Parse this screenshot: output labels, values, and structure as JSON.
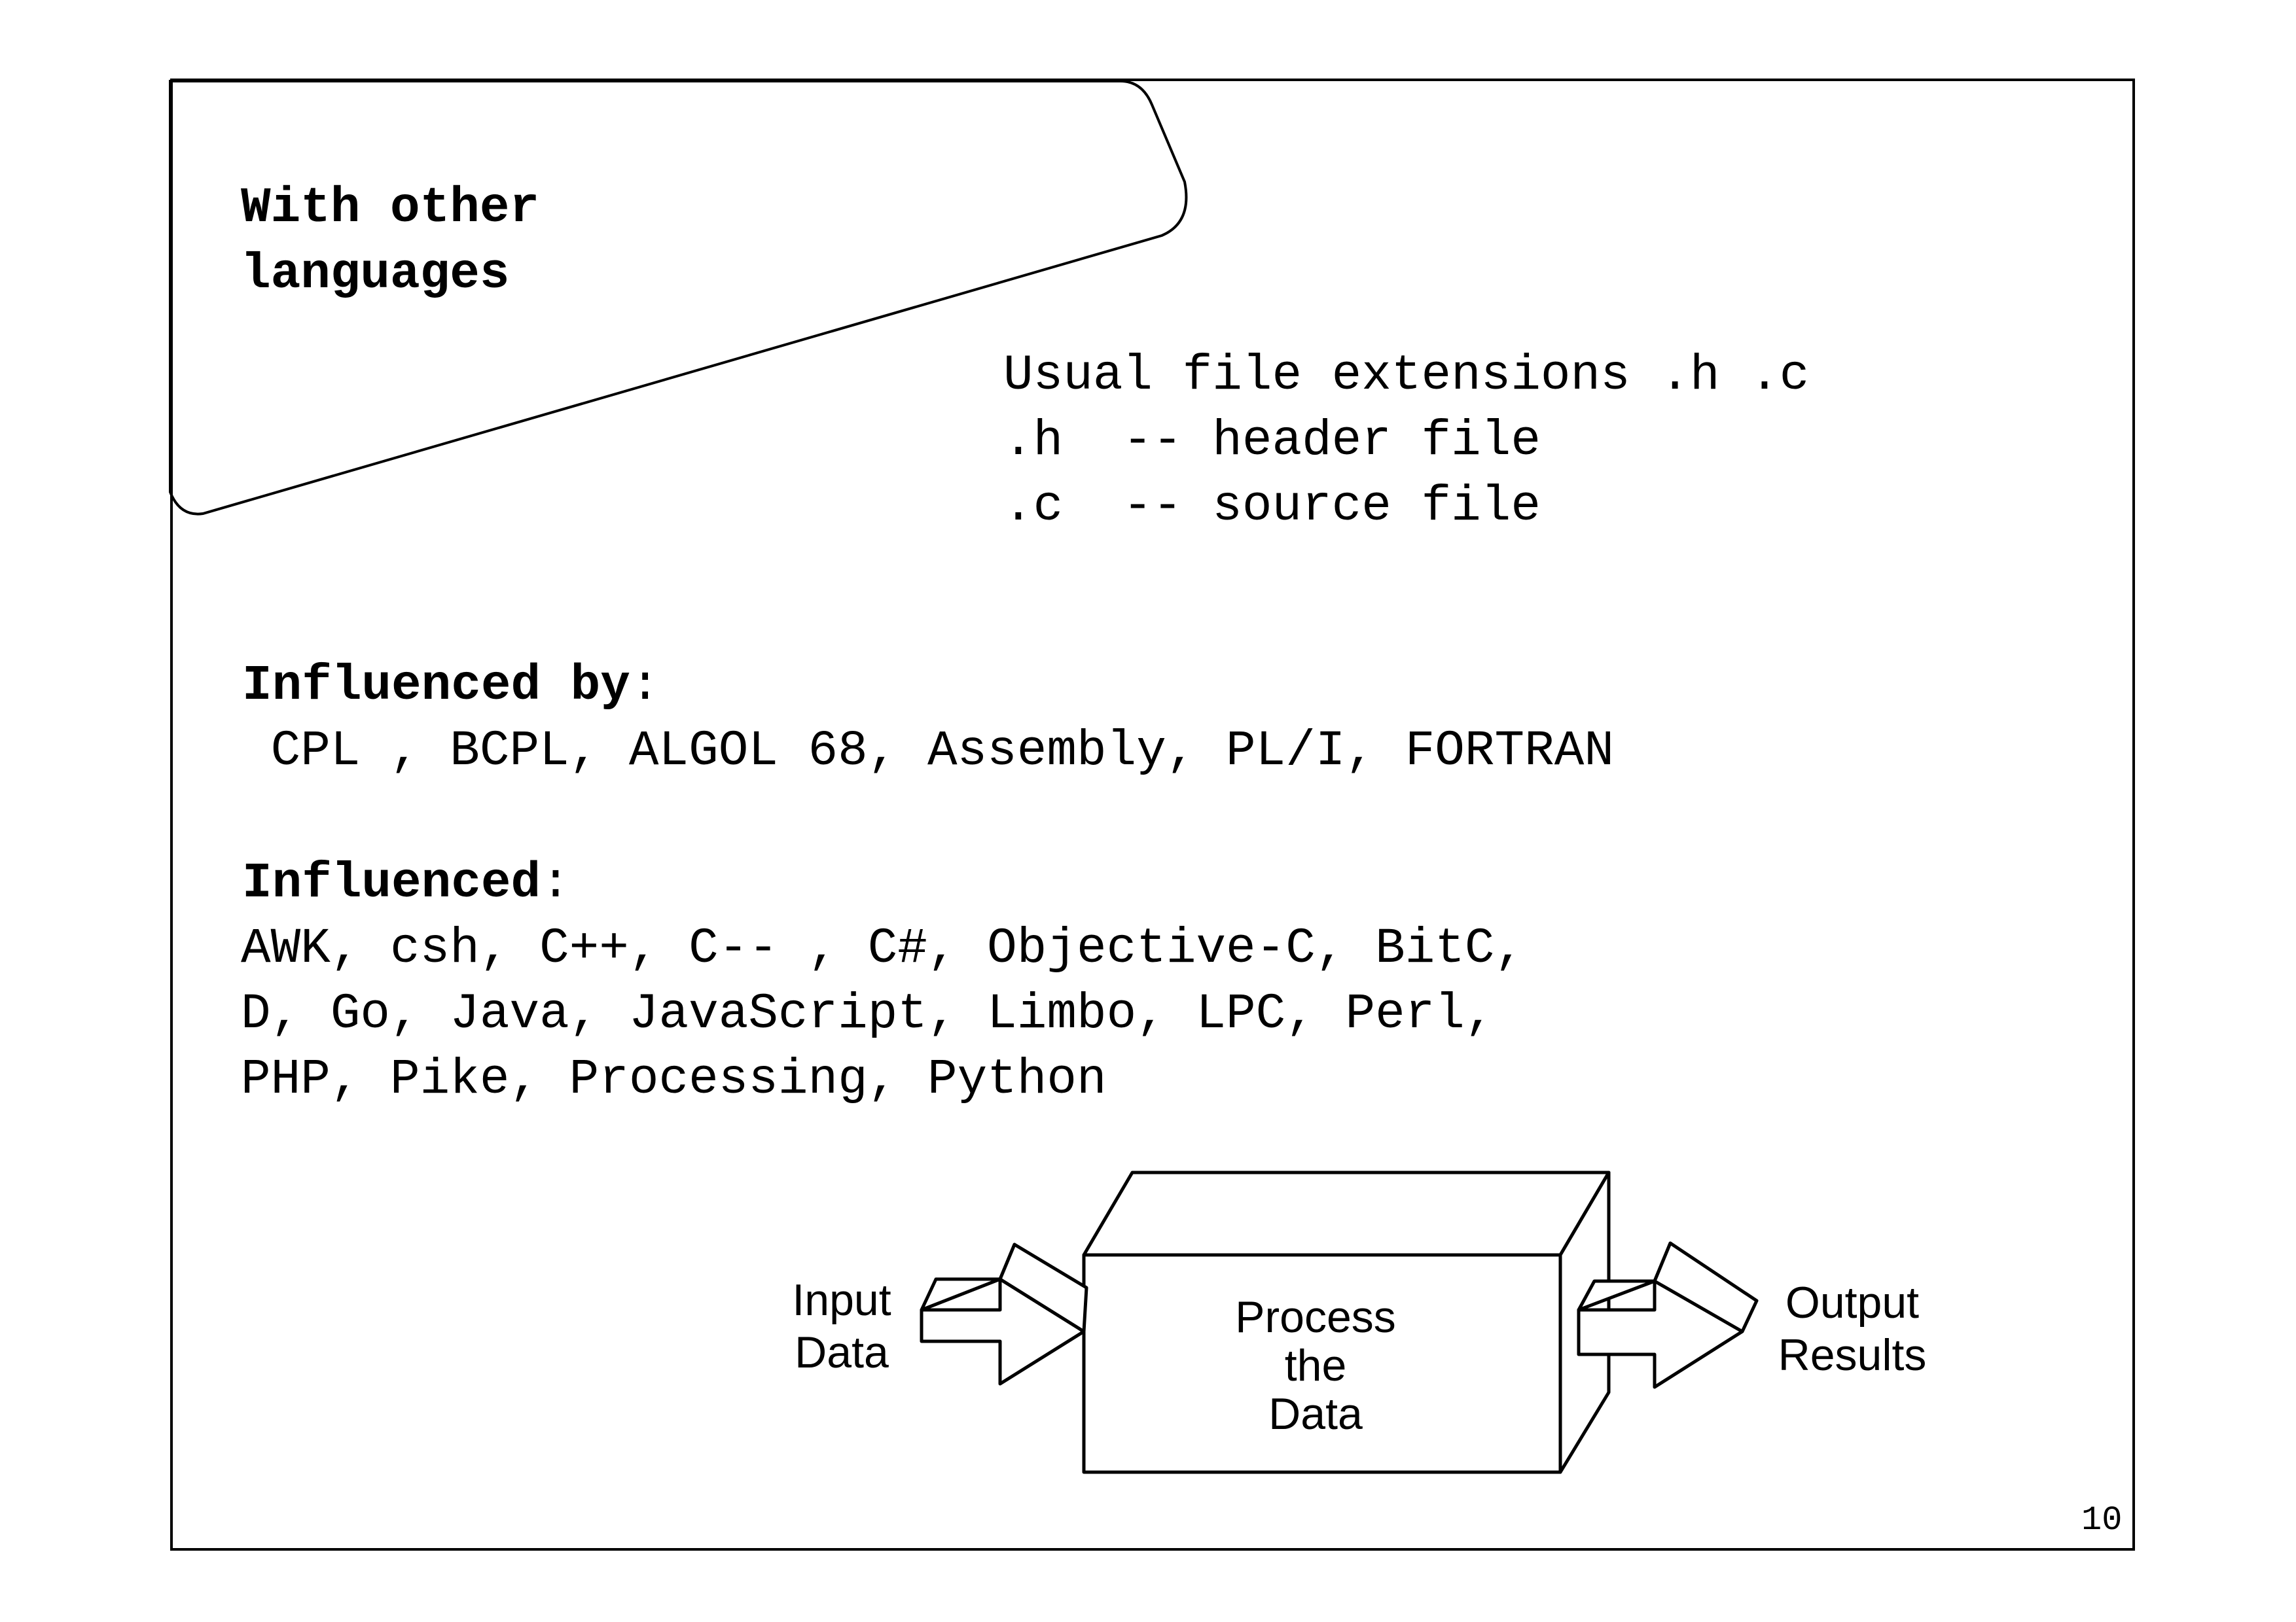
{
  "slide": {
    "title_line1": "With other",
    "title_line2": "languages",
    "extensions": {
      "line1": "Usual file extensions .h .c",
      "line2": ".h  -- header file",
      "line3": ".c  -- source file"
    },
    "influenced_by": {
      "heading": "Influenced by",
      "colon": ":",
      "line1": " CPL , BCPL, ALGOL 68, Assembly, PL/I, FORTRAN"
    },
    "influenced": {
      "heading": "Influenced",
      "colon": ":",
      "line1": "AWK, csh, C++, C-- , C#, Objective-C, BitC,",
      "line2": "D, Go, Java, JavaScript, Limbo, LPC, Perl,",
      "line3": "PHP, Pike, Processing, Python"
    },
    "page_number": "10"
  },
  "diagram": {
    "input_label_line1": "Input",
    "input_label_line2": "Data",
    "process_line1": "Process",
    "process_line2": "the",
    "process_line3": "Data",
    "output_label_line1": "Output",
    "output_label_line2": "Results"
  }
}
